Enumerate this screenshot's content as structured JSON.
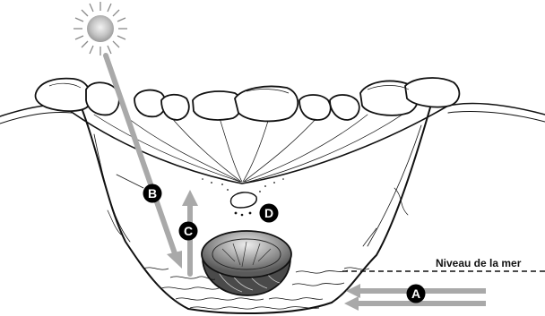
{
  "sea_level_label": "Niveau de la mer",
  "markers": [
    {
      "id": "A",
      "label": "A"
    },
    {
      "id": "B",
      "label": "B"
    },
    {
      "id": "C",
      "label": "C"
    },
    {
      "id": "D",
      "label": "D"
    }
  ],
  "colors": {
    "ink": "#111111",
    "arrow": "#a9a9a9",
    "marker_fill": "#000000",
    "marker_text": "#ffffff",
    "sun_core": "#b8b8b8"
  },
  "icons": {
    "sun": "sun-icon",
    "coconut": "coconut-half-icon"
  }
}
